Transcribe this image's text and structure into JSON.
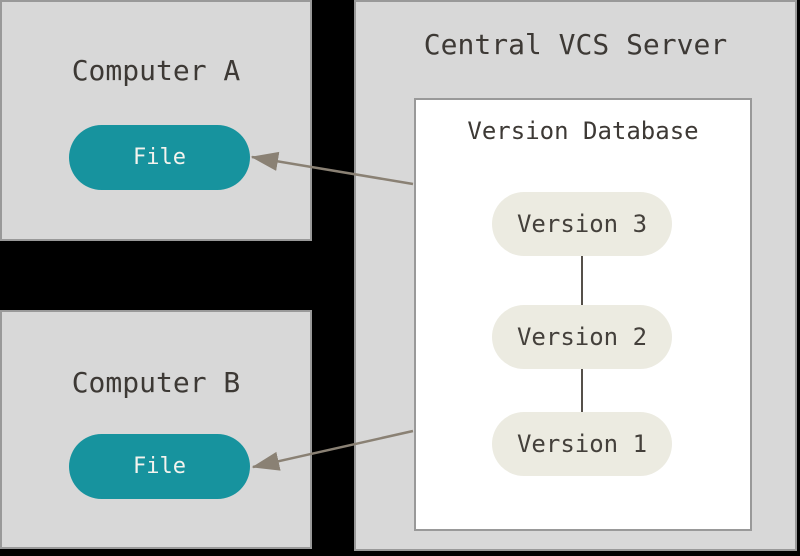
{
  "diagram": {
    "computer_a": {
      "title": "Computer A",
      "file_label": "File"
    },
    "computer_b": {
      "title": "Computer B",
      "file_label": "File"
    },
    "server": {
      "title": "Central VCS Server",
      "database": {
        "title": "Version Database",
        "versions": [
          "Version 3",
          "Version 2",
          "Version 1"
        ]
      }
    }
  },
  "colors": {
    "background": "#000000",
    "box-fill": "#d8d8d8",
    "box-border": "#999999",
    "db-fill": "#ffffff",
    "file-pill-fill": "#17939e",
    "file-pill-text": "#f4f3ee",
    "version-pill-fill": "#ecebe1",
    "title-text": "#3d3935",
    "version-text": "#44403b",
    "arrow": "#8a8174",
    "connector": "#55504a"
  }
}
